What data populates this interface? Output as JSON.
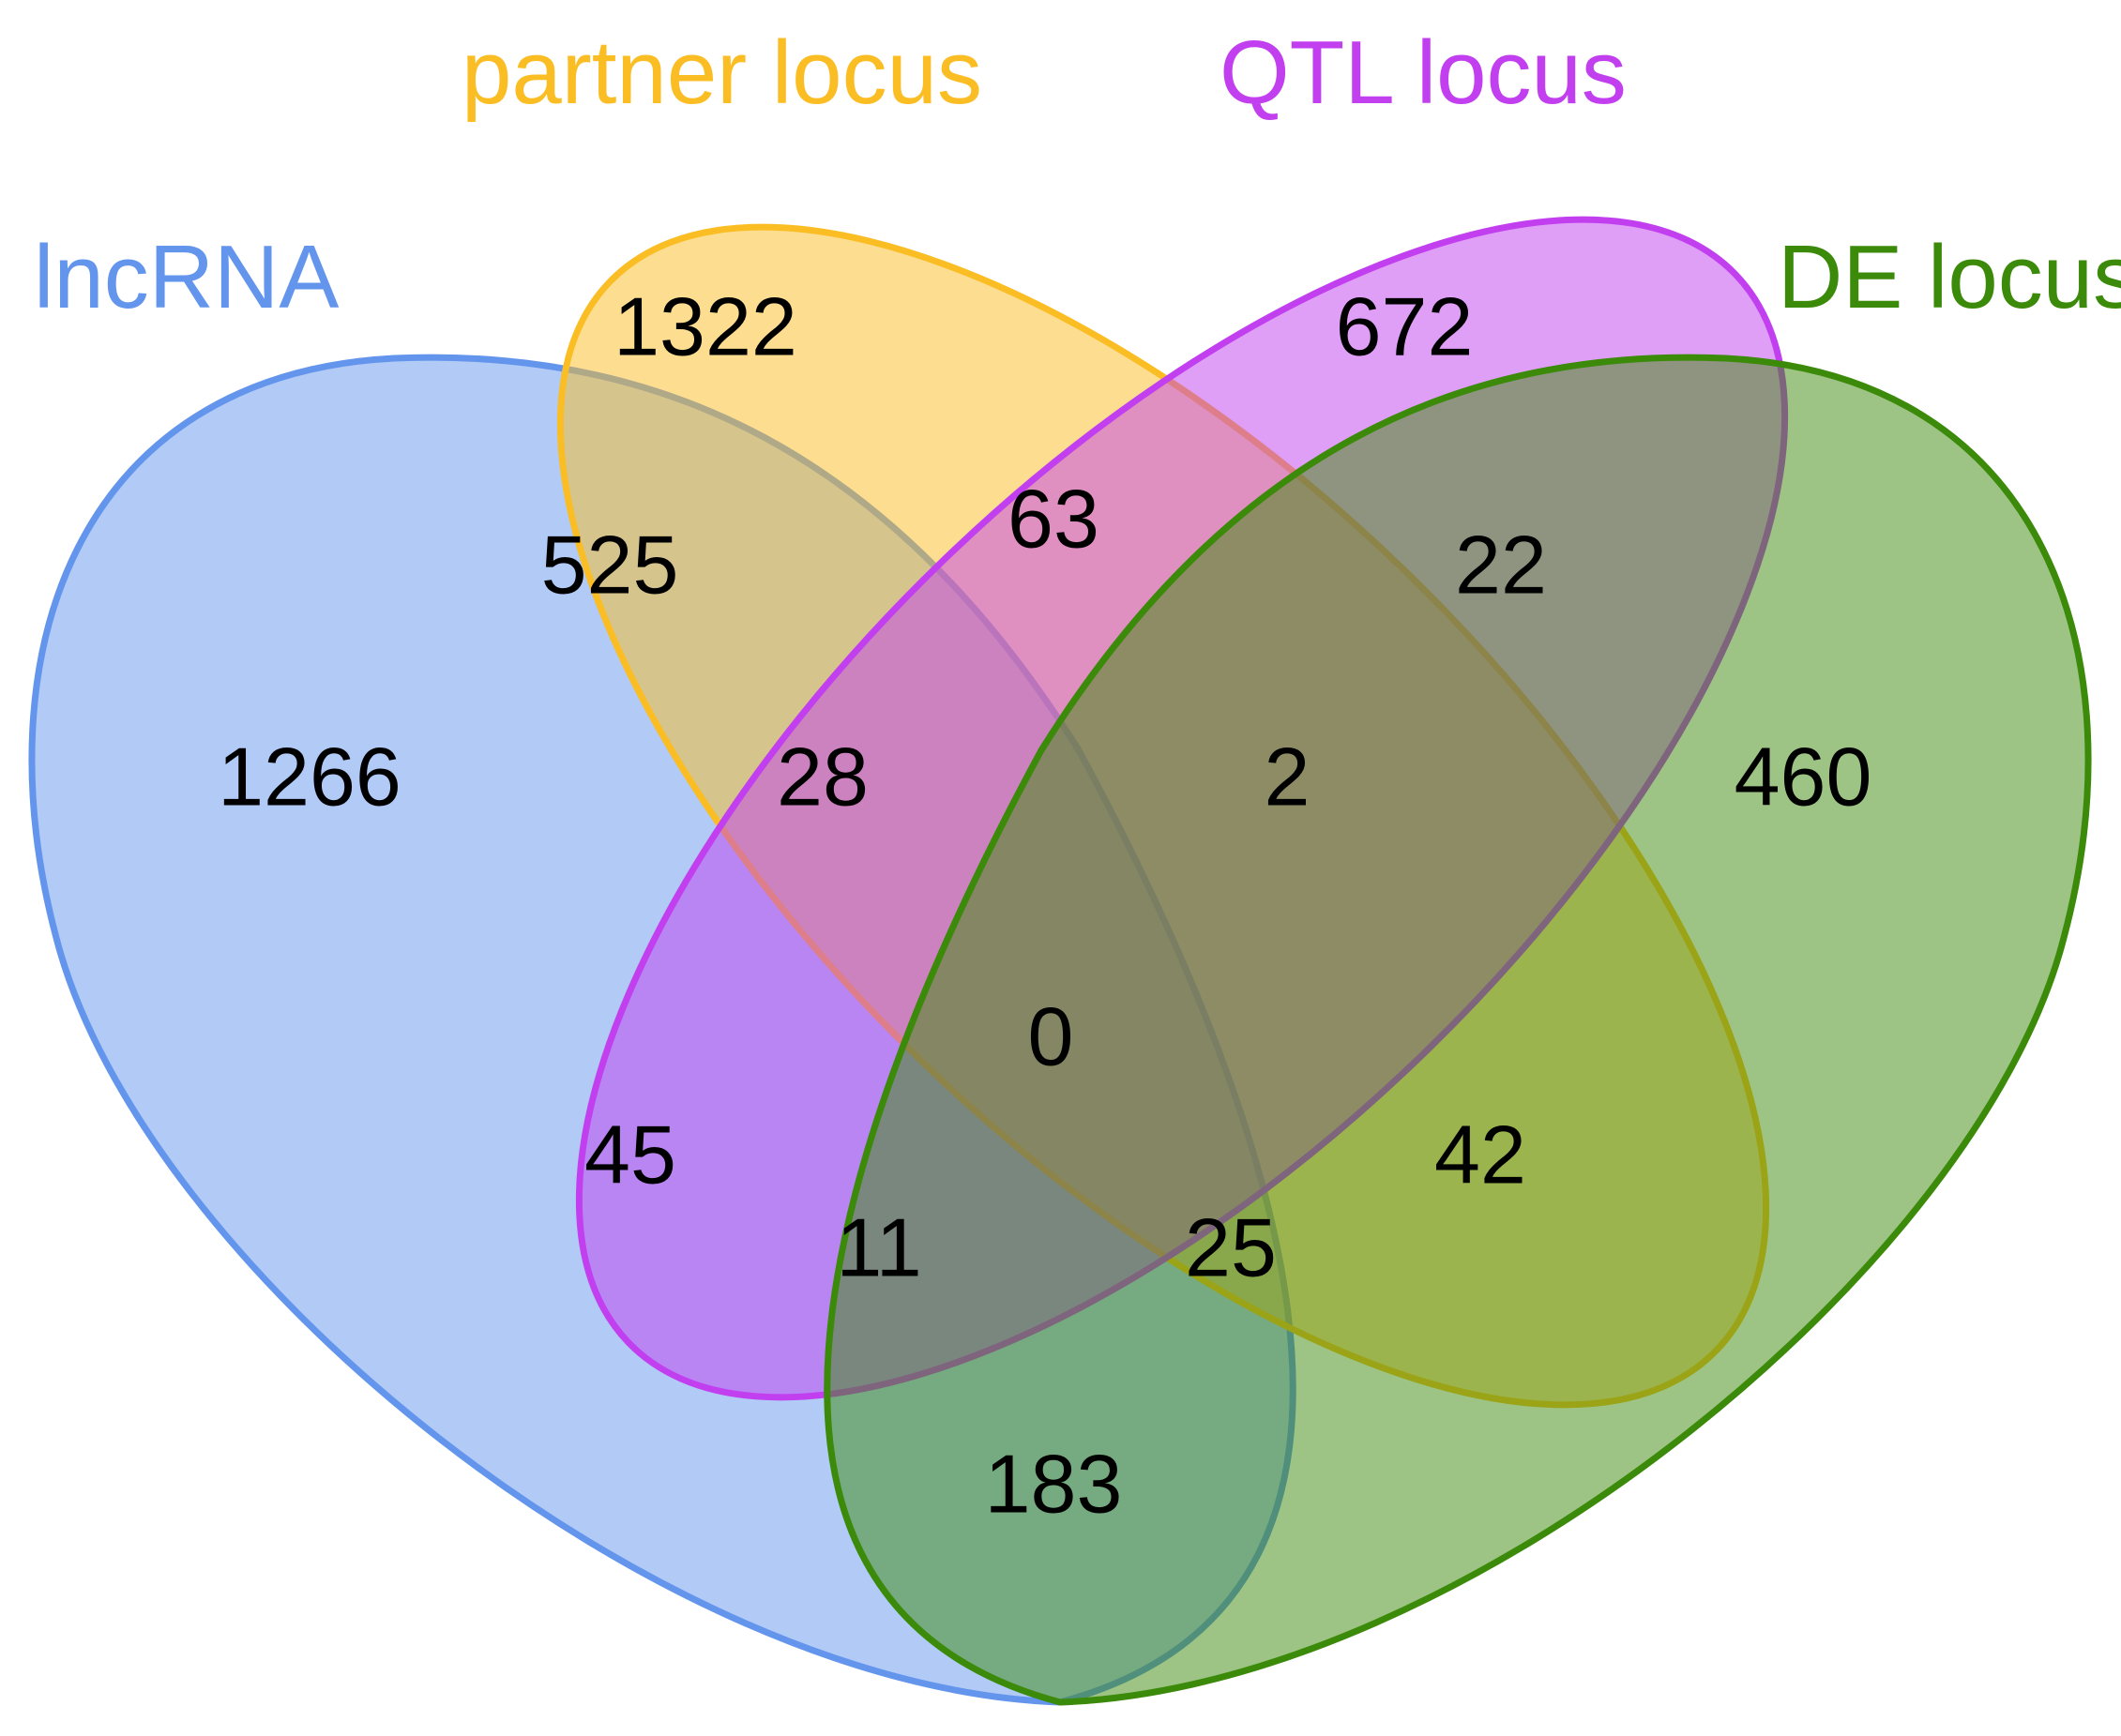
{
  "sets": {
    "lncrna": {
      "label": "lncRNA",
      "color": "#6495ed",
      "fill": "#a9c4f5"
    },
    "partner": {
      "label": "partner locus",
      "color": "#fbbd24",
      "fill": "#fbd77a"
    },
    "qtl": {
      "label": "QTL locus",
      "color": "#c23ff0",
      "fill": "#e08ef8"
    },
    "de": {
      "label": "DE locus",
      "color": "#3b8a0a",
      "fill": "#8fbf5f"
    }
  },
  "regions": {
    "lncrna_only": "1266",
    "partner_only": "1322",
    "qtl_only": "672",
    "de_only": "460",
    "lncrna_partner": "525",
    "partner_qtl": "63",
    "qtl_de": "22",
    "lncrna_partner_qtl": "28",
    "partner_qtl_de": "2",
    "all_four": "0",
    "lncrna_qtl": "45",
    "partner_de": "42",
    "lncrna_qtl_de": "11",
    "lncrna_partner_de": "25",
    "lncrna_de": "183"
  }
}
